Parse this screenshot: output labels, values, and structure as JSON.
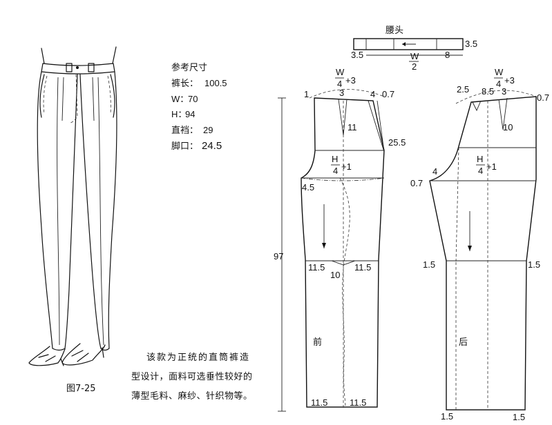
{
  "figure_label": "图7-25",
  "spec": {
    "title": "参考尺寸",
    "rows": [
      {
        "label": "裤长：",
        "value": "100.5"
      },
      {
        "label": "W：",
        "value": "70"
      },
      {
        "label": "H：",
        "value": "94"
      },
      {
        "label": "直裆：",
        "value": "29"
      },
      {
        "label": "脚口：",
        "value": "24.5"
      }
    ]
  },
  "description": [
    "该款为正统的直筒裤造",
    "型设计，面料可选垂性较好的",
    "薄型毛料、麻纱、针织物等。"
  ],
  "waistband": {
    "title": "腰头",
    "left_dim": "3.5",
    "right_dim": "3.5",
    "w_label": "W",
    "w_den": "2",
    "extension": "8"
  },
  "front": {
    "name": "前",
    "waist_formula": {
      "num": "W",
      "den": "4",
      "add": "+3"
    },
    "hip_formula": {
      "num": "H",
      "den": "4",
      "add": "+1"
    },
    "dims": {
      "waist_left": "1",
      "dart_width": "3",
      "side_in": "4",
      "side_up": "0.7",
      "dart_length": "11",
      "rise": "25.5",
      "crotch": "4.5",
      "total_length": "97",
      "knee_left": "11.5",
      "knee_right": "11.5",
      "knee_mid": "10",
      "hem_left": "11.5",
      "hem_right": "11.5"
    }
  },
  "back": {
    "name": "后",
    "waist_formula": {
      "num": "W",
      "den": "4",
      "add": "+3"
    },
    "hip_formula": {
      "num": "H",
      "den": "4",
      "add": "+1"
    },
    "dims": {
      "waist_a": "2.5",
      "waist_b": "8.5",
      "dart_width": "3",
      "side_up": "0.7",
      "dart_length": "10",
      "crotch_ext": "4",
      "crotch_drop": "0.7",
      "knee_left": "1.5",
      "knee_right": "1.5",
      "hem_left": "1.5",
      "hem_right": "1.5"
    }
  }
}
